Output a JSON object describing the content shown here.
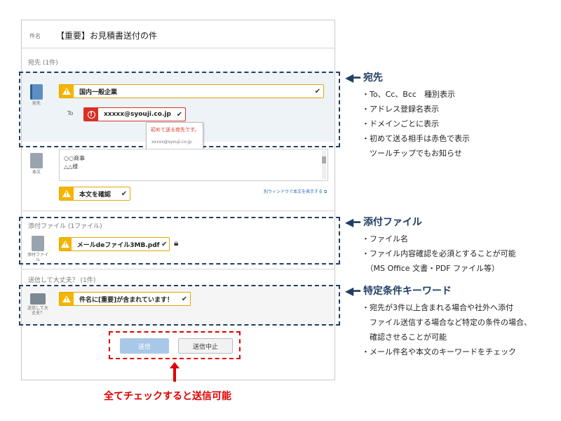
{
  "subject": {
    "label": "件名",
    "value": "【重要】お見積書送付の件"
  },
  "recipients": {
    "heading": "宛先 (1件)",
    "book_caption": "宛先",
    "address_name": "国内一般企業",
    "to_label": "To",
    "to_address": "xxxxx@syouji.co.jp",
    "tooltip_title": "初めて送る宛先です。",
    "tooltip_address": "xxxxx@syouji.co.jp"
  },
  "body": {
    "caption": "本文",
    "line1": "○○商事",
    "line2": "△△様",
    "confirm_label": "本文を確認",
    "open_window_link": "別ウィンドウで本文を表示する"
  },
  "attachment": {
    "heading": "添付ファイル (1ファイル)",
    "caption": "添付ファイル",
    "file_name": "メールdeファイル3MB.pdf"
  },
  "keyword": {
    "heading": "送信して大丈夫？ (1件)",
    "caption": "送信して大丈夫？",
    "warning": "件名に[重要]が含まれています！"
  },
  "buttons": {
    "send": "送信",
    "cancel": "送信中止"
  },
  "footer_note": "全てチェックすると送信可能",
  "annotations": {
    "recipients": {
      "title": "宛先",
      "items": [
        "・To、Cc、Bcc　種別表示",
        "・アドレス登録名表示",
        "・ドメインごとに表示",
        "・初めて送る相手は赤色で表示",
        "　ツールチップでもお知らせ"
      ]
    },
    "attachment": {
      "title": "添付ファイル",
      "items": [
        "・ファイル名",
        "・ファイル内容確認を必須とすることが可能",
        "　（MS Office 文書・PDF ファイル等）"
      ]
    },
    "keyword": {
      "title": "特定条件キーワード",
      "items": [
        "・宛先が3件以上含まれる場合や社外へ添付",
        "　ファイル送信する場合など特定の条件の場合、",
        "　確認させることが可能",
        "・メール件名や本文のキーワードをチェック"
      ]
    }
  },
  "colors": {
    "navy": "#1f3f63",
    "warning": "#f4b400",
    "danger": "#d93025",
    "send_button": "#a9c8e8"
  }
}
